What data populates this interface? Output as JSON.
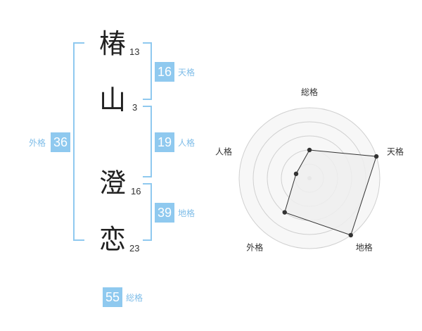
{
  "name": {
    "chars": [
      {
        "char": "椿",
        "strokes": "13"
      },
      {
        "char": "山",
        "strokes": "3"
      },
      {
        "char": "澄",
        "strokes": "16"
      },
      {
        "char": "恋",
        "strokes": "23"
      }
    ]
  },
  "kakusu": {
    "tenkaku": {
      "value": "16",
      "label": "天格"
    },
    "jinkaku": {
      "value": "19",
      "label": "人格"
    },
    "chikaku": {
      "value": "39",
      "label": "地格"
    },
    "gaikaku": {
      "value": "36",
      "label": "外格"
    },
    "soukaku": {
      "value": "55",
      "label": "総格"
    }
  },
  "colors": {
    "accent": "#8fc9ef",
    "accent_text": "#7fbde8",
    "radar_fill": "#eeeeee",
    "radar_stroke": "#333333"
  },
  "chart_data": {
    "type": "radar",
    "axes": [
      "総格",
      "天格",
      "地格",
      "外格",
      "人格"
    ],
    "series": [
      {
        "values": [
          2,
          5,
          5,
          3,
          1
        ]
      }
    ],
    "rlim": [
      0,
      5
    ],
    "rings": 5
  }
}
